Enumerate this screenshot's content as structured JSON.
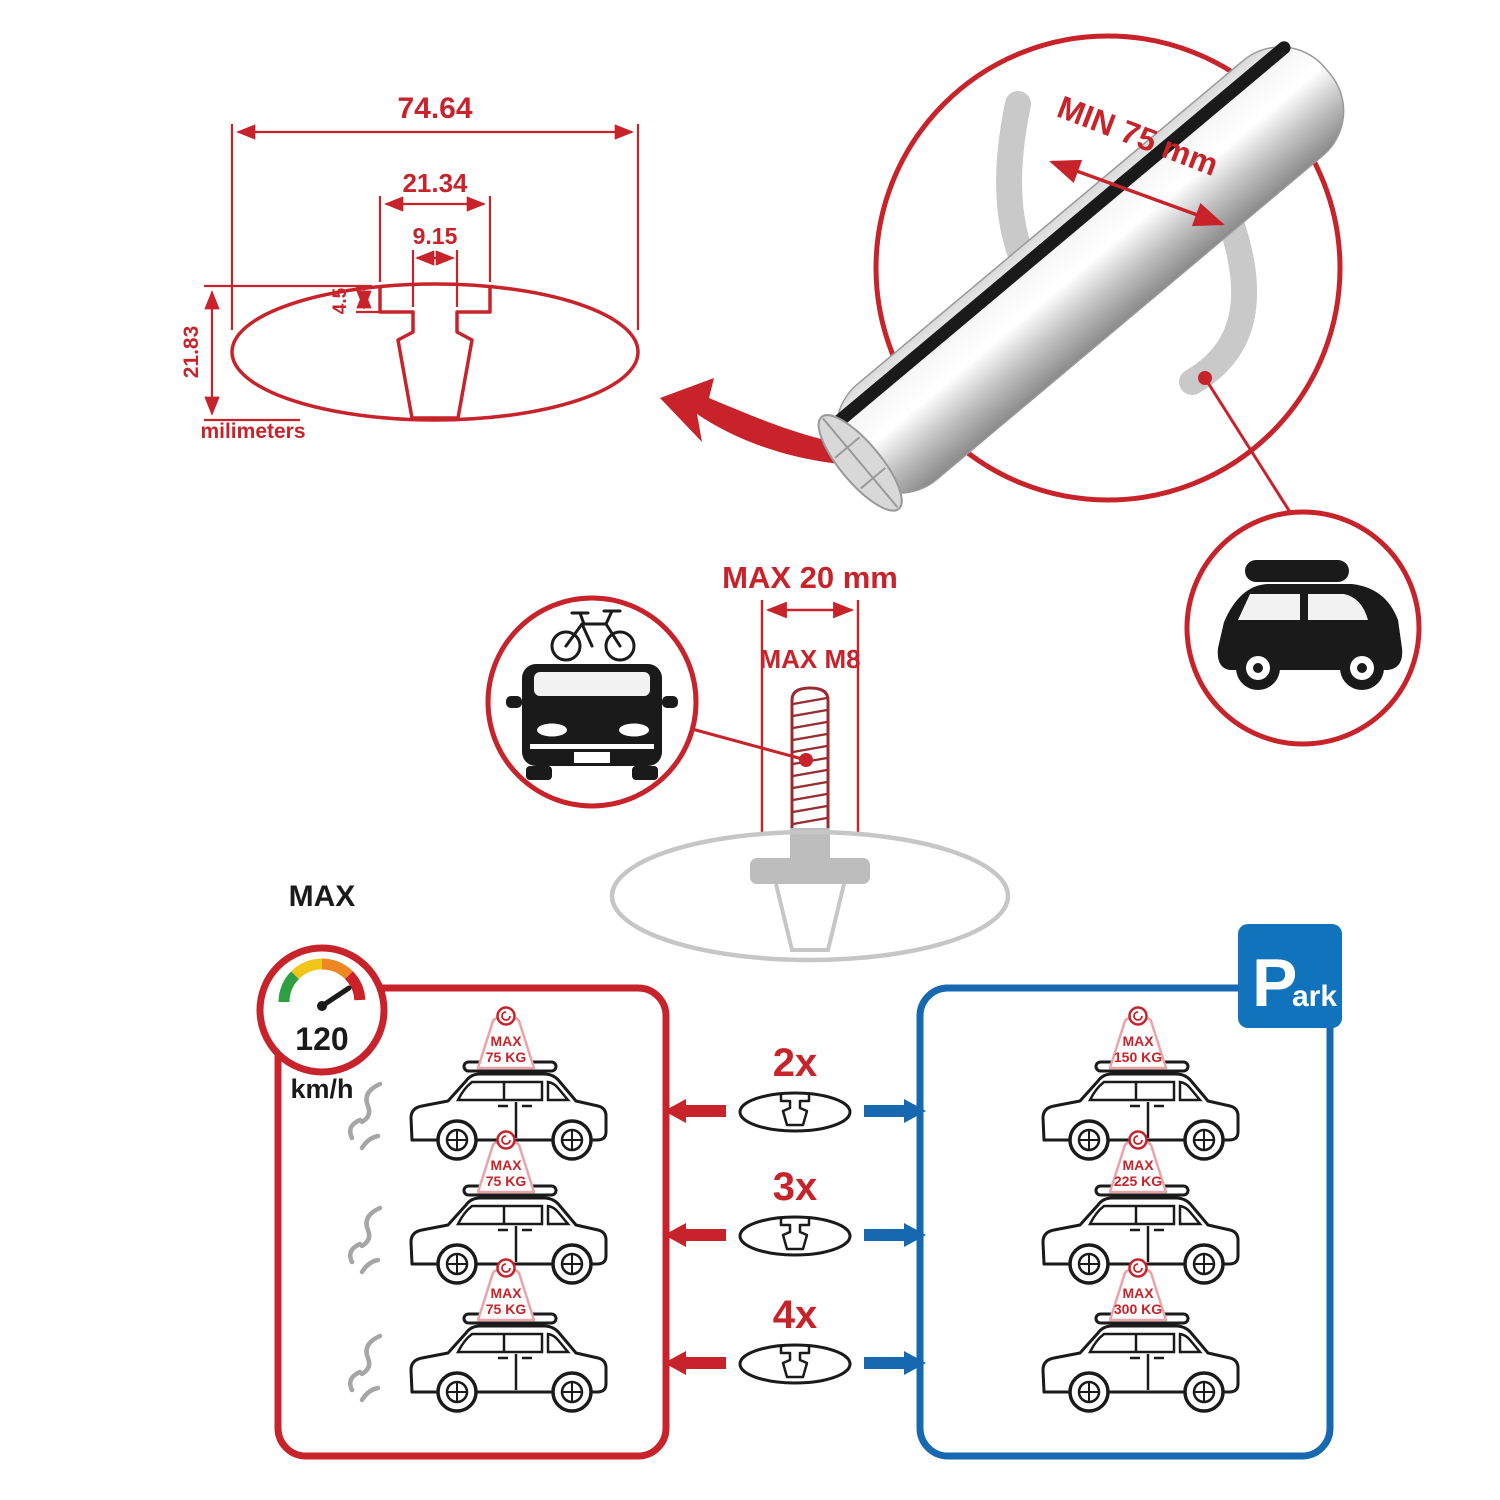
{
  "colors": {
    "red": "#C8232B",
    "blue": "#1668B1",
    "sign_blue": "#1173BB",
    "black": "#1A1A1A",
    "ghost_gray": "#C6C6C6"
  },
  "cross_section": {
    "total_width": "74.64",
    "channel_width": "21.34",
    "slot_width": "9.15",
    "lip_height": "4.5",
    "total_height": "21.83",
    "unit": "milimeters"
  },
  "bar_view": {
    "min_span": "MIN 75 mm"
  },
  "bolt": {
    "max_diameter": "MAX 20 mm",
    "max_thread": "MAX M8"
  },
  "speed": {
    "label": "MAX",
    "value": "120",
    "unit": "km/h"
  },
  "park": {
    "initial": "P",
    "rest": "ark"
  },
  "driving": {
    "cars": [
      {
        "line1": "MAX",
        "line2": "75 KG"
      },
      {
        "line1": "MAX",
        "line2": "75 KG"
      },
      {
        "line1": "MAX",
        "line2": "75 KG"
      }
    ]
  },
  "parked": {
    "cars": [
      {
        "line1": "MAX",
        "line2": "150 KG"
      },
      {
        "line1": "MAX",
        "line2": "225 KG"
      },
      {
        "line1": "MAX",
        "line2": "300 KG"
      }
    ]
  },
  "quantities": [
    "2x",
    "3x",
    "4x"
  ]
}
